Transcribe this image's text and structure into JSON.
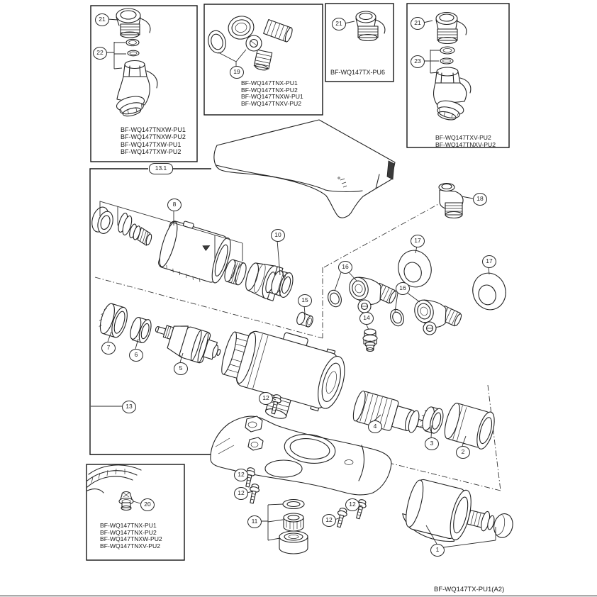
{
  "page": {
    "footer_code": "BF-WQ147TX-PU1(A2)"
  },
  "insets": [
    {
      "labels": [
        "BF-WQ147TNXW-PU1",
        "BF-WQ147TNXW-PU2",
        "BF-WQ147TXW-PU1",
        "BF-WQ147TXW-PU2"
      ]
    },
    {
      "labels": [
        "BF-WQ147TNX-PU1",
        "BF-WQ147TNX-PU2",
        "BF-WQ147TNXW-PU1",
        "BF-WQ147TNXV-PU2"
      ]
    },
    {
      "labels": [
        "BF-WQ147TX-PU6"
      ]
    },
    {
      "labels": [
        "BF-WQ147TXV-PU2",
        "BF-WQ147TNXV-PU2"
      ]
    },
    {
      "labels": [
        "BF-WQ147TNX-PU1",
        "BF-WQ147TNX-PU2",
        "BF-WQ147TNXW-PU2",
        "BF-WQ147TNXV-PU2"
      ]
    }
  ],
  "callouts": [
    {
      "label": "21"
    },
    {
      "label": "22"
    },
    {
      "label": "19"
    },
    {
      "label": "21"
    },
    {
      "label": "21"
    },
    {
      "label": "23"
    },
    {
      "label": "20"
    },
    {
      "label": "13.1"
    },
    {
      "label": "8"
    },
    {
      "label": "10"
    },
    {
      "label": "18"
    },
    {
      "label": "17"
    },
    {
      "label": "17"
    },
    {
      "label": "16"
    },
    {
      "label": "16"
    },
    {
      "label": "15"
    },
    {
      "label": "14"
    },
    {
      "label": "7"
    },
    {
      "label": "6"
    },
    {
      "label": "5"
    },
    {
      "label": "13"
    },
    {
      "label": "12"
    },
    {
      "label": "4"
    },
    {
      "label": "3"
    },
    {
      "label": "2"
    },
    {
      "label": "12"
    },
    {
      "label": "12"
    },
    {
      "label": "12"
    },
    {
      "label": "12"
    },
    {
      "label": "11"
    },
    {
      "label": "1"
    }
  ],
  "colors": {
    "ink": "#222222",
    "paper": "#ffffff"
  }
}
